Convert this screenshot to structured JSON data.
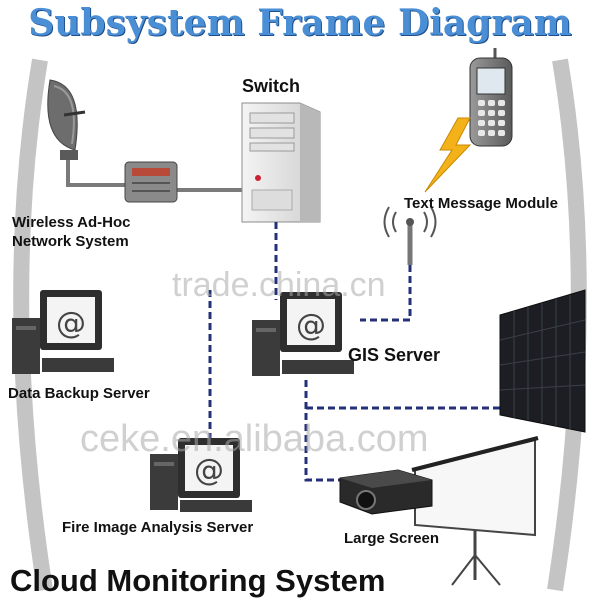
{
  "title": "Subsystem Frame Diagram",
  "footer": "Cloud Monitoring System",
  "nodes": {
    "switch": "Switch",
    "text_message": "Text Message Module",
    "wireless_line1": "Wireless Ad-Hoc",
    "wireless_line2": "Network System",
    "gis_server": "GIS Server",
    "data_backup": "Data Backup Server",
    "fire_image": "Fire Image Analysis Server",
    "large_screen": "Large Screen"
  },
  "watermarks": [
    "trade.china.cn",
    "ceke.en.alibaba.com"
  ],
  "icons": {
    "monitor_symbol": "@",
    "names": [
      "satellite-dish-icon",
      "router-box-icon",
      "server-tower-icon",
      "mobile-phone-icon",
      "lightning-icon",
      "antenna-icon",
      "computer-icon",
      "video-wall-icon",
      "projector-icon",
      "projection-screen-icon"
    ]
  },
  "colors": {
    "title": "#4a8fd6",
    "link": "#23307a",
    "arc": "#bdbdbd"
  }
}
